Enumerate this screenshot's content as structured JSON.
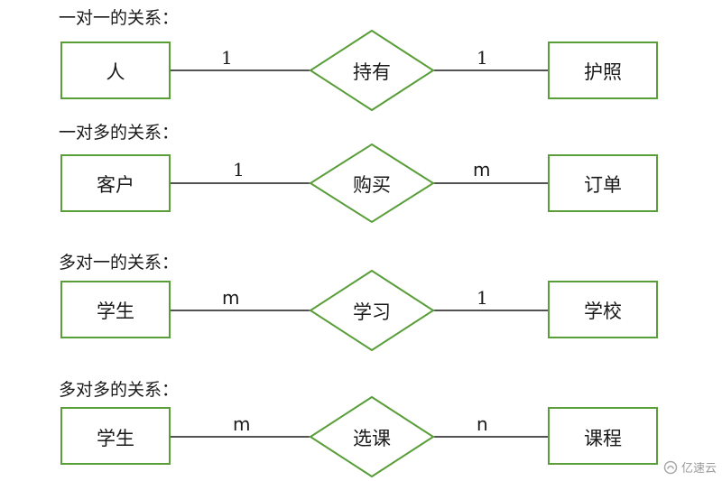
{
  "sections": [
    {
      "heading": "一对一的关系：",
      "left": "人",
      "relationship": "持有",
      "right": "护照",
      "card_left": "1",
      "card_right": "1"
    },
    {
      "heading": "一对多的关系：",
      "left": "客户",
      "relationship": "购买",
      "right": "订单",
      "card_left": "1",
      "card_right": "m"
    },
    {
      "heading": "多对一的关系：",
      "left": "学生",
      "relationship": "学习",
      "right": "学校",
      "card_left": "m",
      "card_right": "1"
    },
    {
      "heading": "多对多的关系：",
      "left": "学生",
      "relationship": "选课",
      "right": "课程",
      "card_left": "m",
      "card_right": "n"
    }
  ],
  "watermark": {
    "text": "亿速云"
  },
  "colors": {
    "entity_border": "#5a9e3a",
    "line": "#1a1a1a",
    "text": "#1a1a1a"
  }
}
